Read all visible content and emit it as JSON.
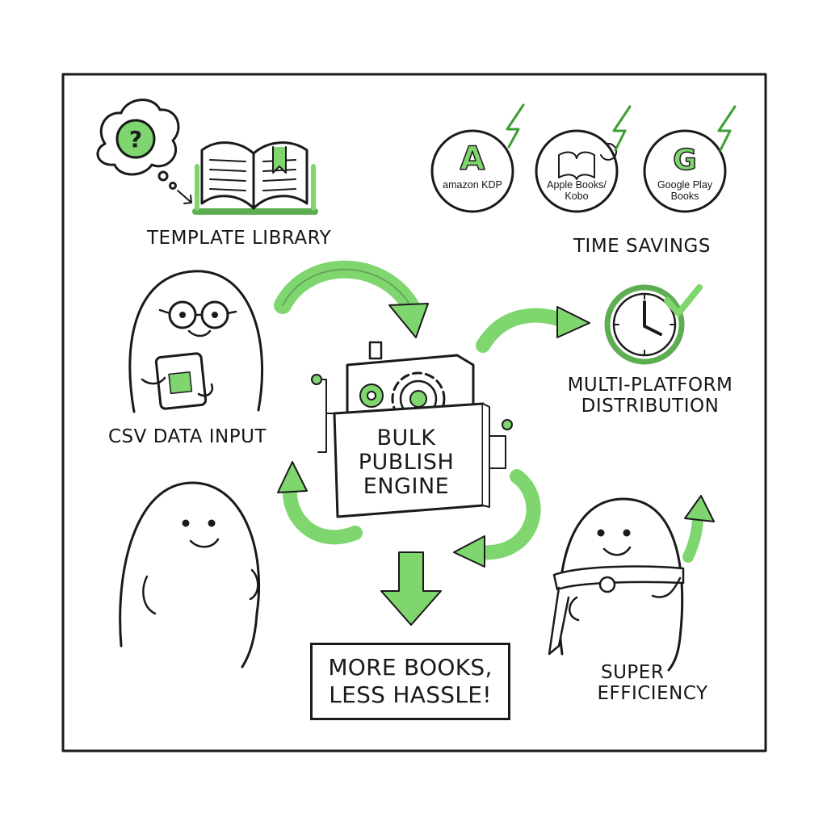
{
  "labels": {
    "template_library": "TEMPLATE LIBRARY",
    "csv_data_input": "CSV DATA INPUT",
    "time_savings": "TIME SAVINGS",
    "multi_platform_line1": "MULTI-PLATFORM",
    "multi_platform_line2": "DISTRIBUTION",
    "super_efficiency_line1": "SUPER",
    "super_efficiency_line2": "EFFICIENCY"
  },
  "engine": {
    "line1": "BULK",
    "line2": "PUBLISH",
    "line3": "ENGINE"
  },
  "slogan": {
    "line1": "MORE BOOKS,",
    "line2": "LESS HASSLE!"
  },
  "platforms": [
    {
      "letter": "A",
      "name": "amazon KDP"
    },
    {
      "letter": "",
      "name_line1": "Apple Books/",
      "name_line2": "Kobo"
    },
    {
      "letter": "G",
      "name_line1": "Google Play",
      "name_line2": "Books"
    }
  ],
  "thought_bubble_symbol": "?",
  "colors": {
    "accent_green": "#7fd66f",
    "ink": "#1a1a1a",
    "background": "#ffffff"
  }
}
